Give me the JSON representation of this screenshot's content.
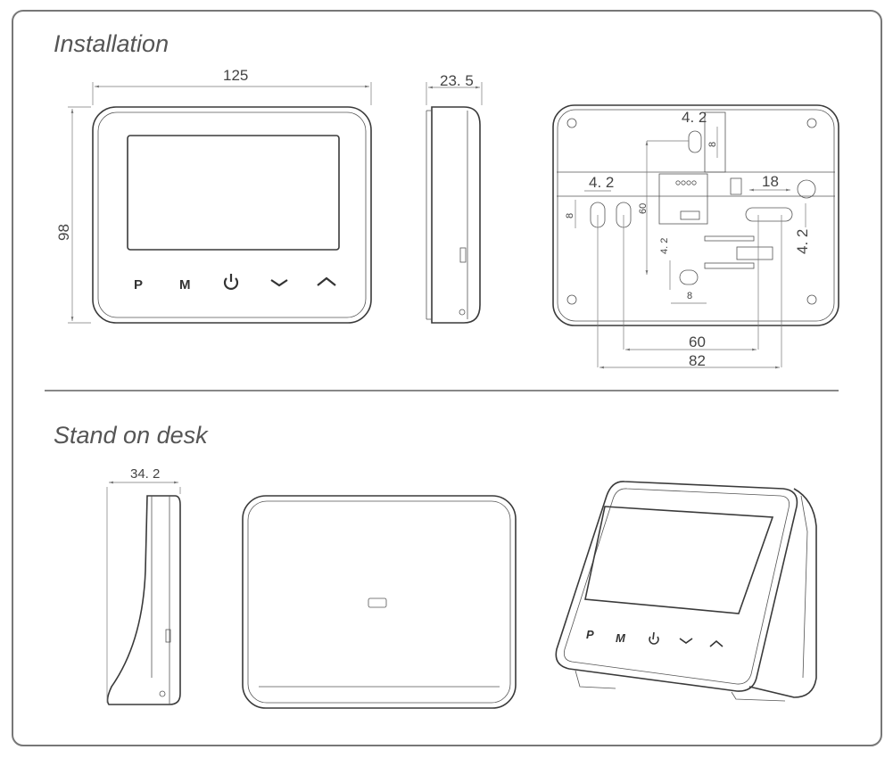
{
  "sections": {
    "installation": "Installation",
    "stand_on_desk": "Stand on desk"
  },
  "front_view": {
    "width_dim": "125",
    "height_dim": "98",
    "buttons": [
      "P",
      "M",
      "power-icon",
      "chevron-down-icon",
      "chevron-up-icon"
    ]
  },
  "side_view": {
    "depth_dim": "23. 5"
  },
  "back_view": {
    "top_hole_width": "4. 2",
    "top_hole_height": "8",
    "left_hole_width": "4. 2",
    "left_hole_height": "8",
    "vertical_spacing": "60",
    "right_slot_width": "18",
    "right_slot_height": "4. 2",
    "bottom_hole_height": "4. 2",
    "bottom_hole_width": "8",
    "hole_spacing_60": "60",
    "hole_spacing_82": "82"
  },
  "stand_view": {
    "depth_dim": "34. 2",
    "buttons": [
      "P",
      "M"
    ]
  }
}
